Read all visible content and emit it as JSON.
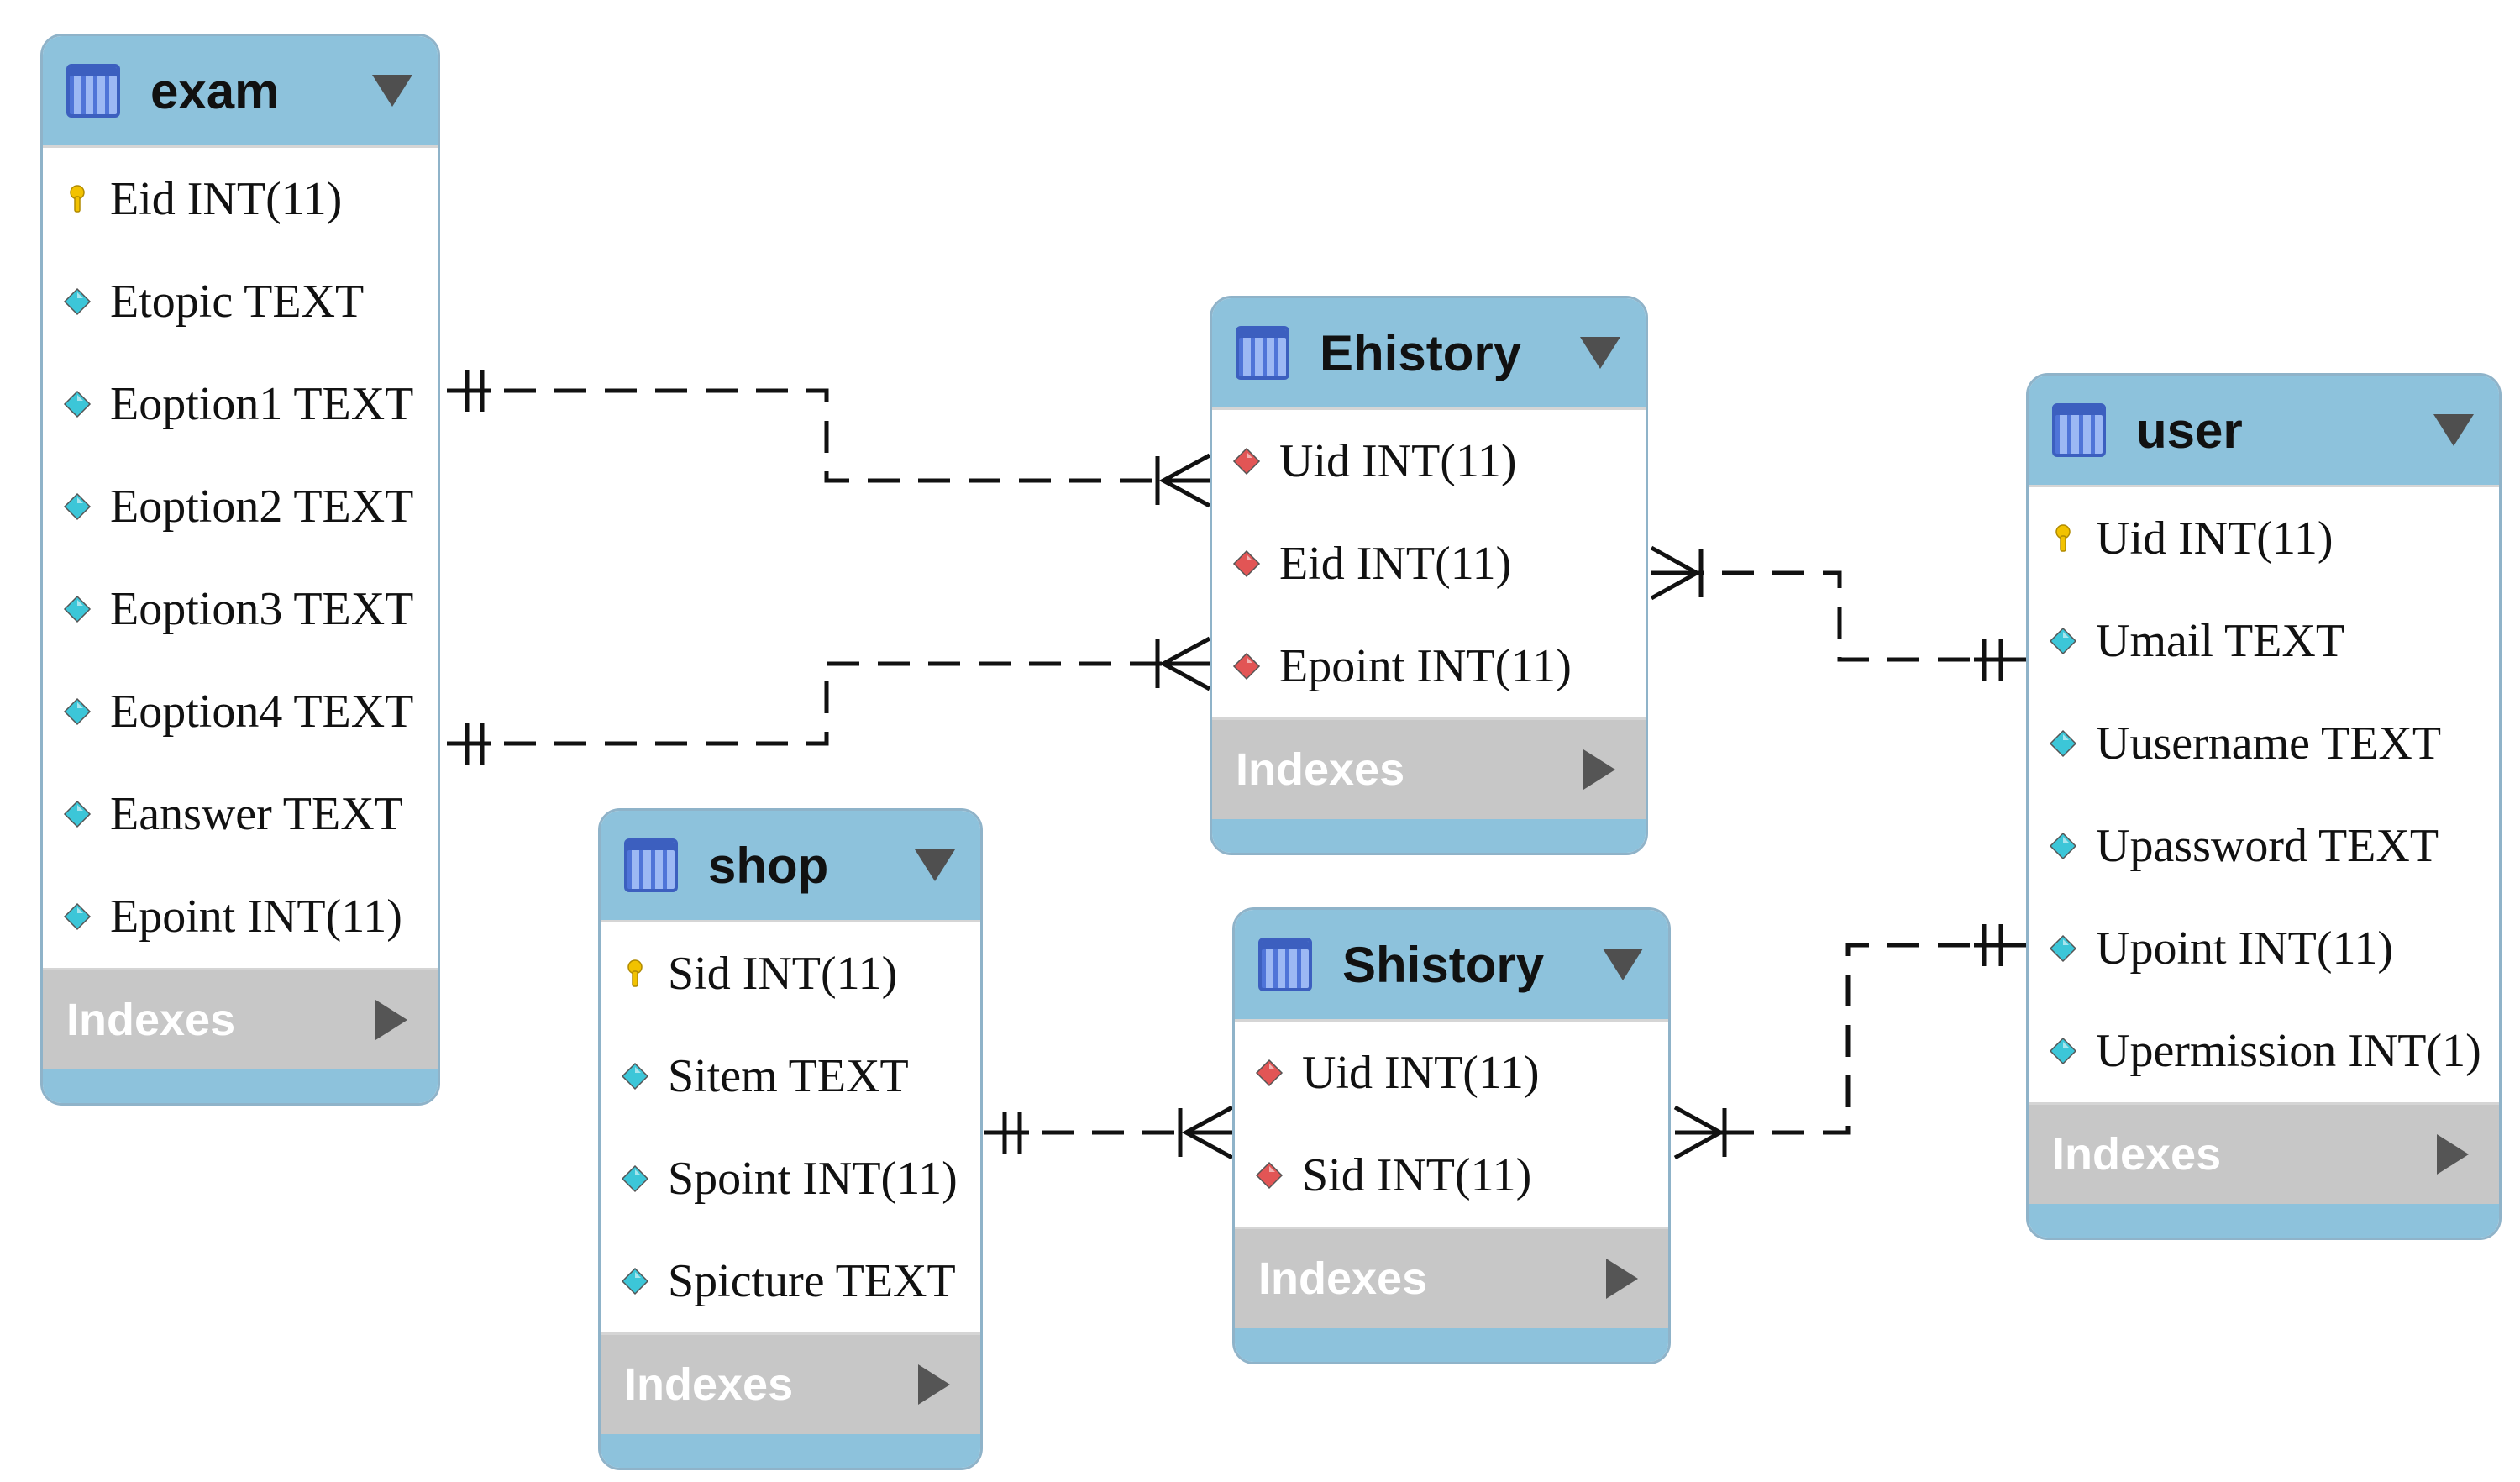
{
  "indexes_label": "Indexes",
  "tables": {
    "exam": {
      "name": "exam",
      "columns": [
        {
          "text": "Eid INT(11)",
          "icon": "primary-key-icon"
        },
        {
          "text": "Etopic TEXT",
          "icon": "column-icon"
        },
        {
          "text": "Eoption1 TEXT",
          "icon": "column-icon"
        },
        {
          "text": "Eoption2 TEXT",
          "icon": "column-icon"
        },
        {
          "text": "Eoption3 TEXT",
          "icon": "column-icon"
        },
        {
          "text": "Eoption4 TEXT",
          "icon": "column-icon"
        },
        {
          "text": "Eanswer TEXT",
          "icon": "column-icon"
        },
        {
          "text": "Epoint INT(11)",
          "icon": "column-icon"
        }
      ]
    },
    "ehistory": {
      "name": "Ehistory",
      "columns": [
        {
          "text": "Uid INT(11)",
          "icon": "foreign-key-icon"
        },
        {
          "text": "Eid INT(11)",
          "icon": "foreign-key-icon"
        },
        {
          "text": "Epoint INT(11)",
          "icon": "foreign-key-icon"
        }
      ]
    },
    "user": {
      "name": "user",
      "columns": [
        {
          "text": "Uid INT(11)",
          "icon": "primary-key-icon"
        },
        {
          "text": "Umail TEXT",
          "icon": "column-icon"
        },
        {
          "text": "Uusername TEXT",
          "icon": "column-icon"
        },
        {
          "text": "Upassword TEXT",
          "icon": "column-icon"
        },
        {
          "text": "Upoint INT(11)",
          "icon": "column-icon"
        },
        {
          "text": "Upermission INT(1)",
          "icon": "column-icon"
        }
      ]
    },
    "shop": {
      "name": "shop",
      "columns": [
        {
          "text": "Sid INT(11)",
          "icon": "primary-key-icon"
        },
        {
          "text": "Sitem TEXT",
          "icon": "column-icon"
        },
        {
          "text": "Spoint INT(11)",
          "icon": "column-icon"
        },
        {
          "text": "Spicture TEXT",
          "icon": "column-icon"
        }
      ]
    },
    "shistory": {
      "name": "Shistory",
      "columns": [
        {
          "text": "Uid INT(11)",
          "icon": "foreign-key-icon"
        },
        {
          "text": "Sid INT(11)",
          "icon": "foreign-key-icon"
        }
      ]
    }
  },
  "relations": [
    {
      "from": "exam",
      "to": "Ehistory",
      "from_end": "one",
      "to_end": "many"
    },
    {
      "from": "exam",
      "to": "Ehistory",
      "from_end": "one",
      "to_end": "many"
    },
    {
      "from": "user",
      "to": "Ehistory",
      "from_end": "one",
      "to_end": "many"
    },
    {
      "from": "shop",
      "to": "Shistory",
      "from_end": "one",
      "to_end": "many"
    },
    {
      "from": "user",
      "to": "Shistory",
      "from_end": "one",
      "to_end": "many"
    }
  ],
  "colors": {
    "header": "#8dc2dc",
    "index_bar": "#c7c7c7",
    "primary_key": "#f2c200",
    "column": "#3cc6d8",
    "foreign_key": "#e25555",
    "relation_line": "#111111"
  }
}
